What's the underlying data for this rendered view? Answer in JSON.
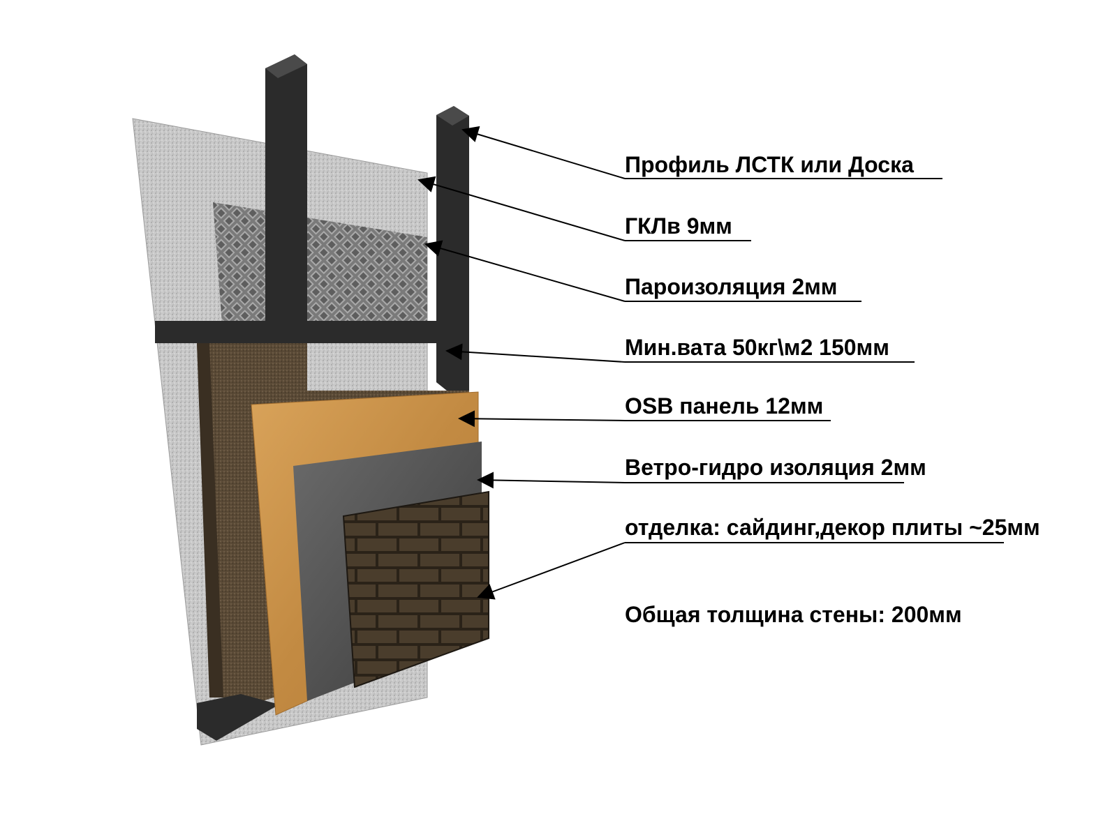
{
  "layers": [
    {
      "id": "profile",
      "label": "Профиль ЛСТК или Доска"
    },
    {
      "id": "gklv",
      "label": "ГКЛв 9мм"
    },
    {
      "id": "vapor",
      "label": "Пароизоляция 2мм"
    },
    {
      "id": "wool",
      "label": "Мин.вата 50кг\\м2 150мм"
    },
    {
      "id": "osb",
      "label": "OSB панель 12мм"
    },
    {
      "id": "wind",
      "label": "Ветро-гидро изоляция 2мм"
    },
    {
      "id": "finish",
      "label": "отделка: сайдинг,декор плиты ~25мм"
    }
  ],
  "total": {
    "label": "Общая толщина стены: 200мм"
  },
  "colors": {
    "drywall": "#c9c9c9",
    "frame": "#2b2b2b",
    "vapor_barrier": "#8a8a8a",
    "mineral_wool": "#5a4a36",
    "osb": "#c8924a",
    "wind_barrier": "#4a4a4a",
    "finish_tile": "#3b3226",
    "text": "#000000"
  }
}
